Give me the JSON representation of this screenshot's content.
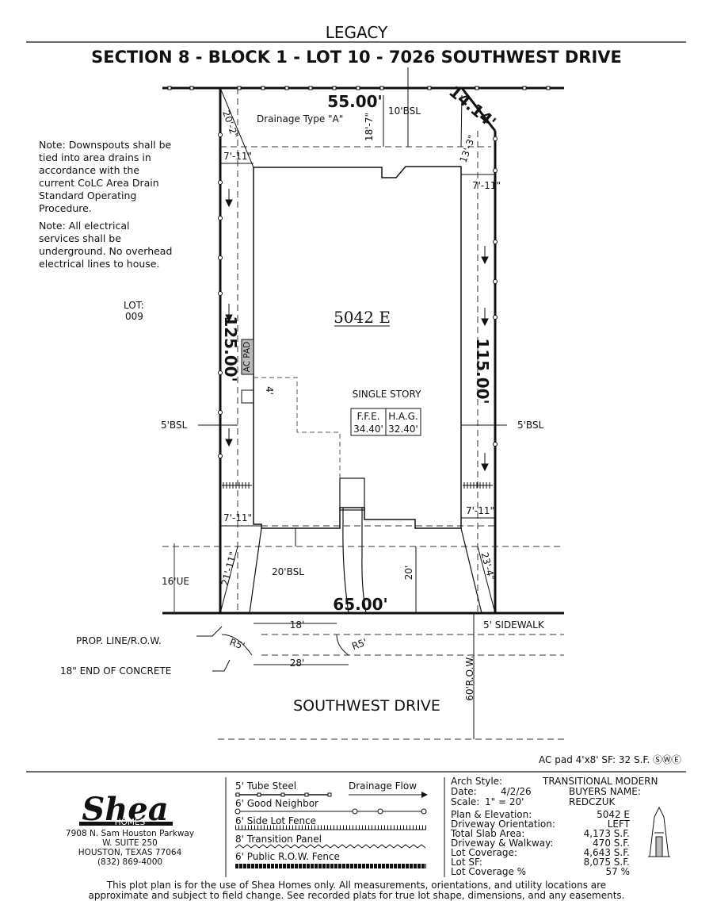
{
  "header": {
    "community": "LEGACY",
    "title": "SECTION 8 - BLOCK 1 - LOT 10 - 7026 SOUTHWEST DRIVE"
  },
  "dimensions": {
    "rear_width": "55.00'",
    "corner_clip": "14.14'",
    "left_depth": "125.00'",
    "right_depth": "115.00'",
    "front_width": "65.00'",
    "rear_bsl": "10'BSL",
    "left_bsl": "5'BSL",
    "right_bsl": "5'BSL",
    "front_bsl": "20'BSL",
    "utility_easement": "16'UE",
    "dim_20_2": "20'-2\"",
    "dim_18_7": "18'-7\"",
    "dim_13_3": "13'-3\"",
    "dim_7_11_a": "7'-11\"",
    "dim_7_11_b": "7'-11\"",
    "dim_7_11_c": "7'-11\"",
    "dim_7_11_d": "7'-11\"",
    "dim_21_11": "21'-11\"",
    "dim_23_4": "23'-4\"",
    "dim_20": "20'",
    "dim_4": "4'",
    "dim_18": "18'",
    "dim_28": "28'",
    "radius_1": "R5'",
    "radius_2": "R5'",
    "row": "60'R.O.W."
  },
  "labels": {
    "drainage_type": "Drainage Type \"A\"",
    "lot_label": "LOT:",
    "lot_number": "009",
    "plan_name": "5042 E",
    "story": "SINGLE STORY",
    "ffe_label": "F.F.E.",
    "ffe_value": "34.40'",
    "hag_label": "H.A.G.",
    "hag_value": "32.40'",
    "ac_pad": "AC PAD",
    "sidewalk": "5' SIDEWALK",
    "prop_line": "PROP. LINE/R.O.W.",
    "end_concrete": "18\" END OF CONCRETE",
    "street": "SOUTHWEST DRIVE",
    "ac_note": "AC pad 4'x8' SF: 32 S.F. ⓈⓌⒺ"
  },
  "notes": {
    "downspouts": [
      "Note: Downspouts shall be",
      "tied into area drains in",
      "accordance with the",
      "current CoLC Area Drain",
      "Standard Operating",
      "Procedure."
    ],
    "electrical": [
      "Note: All electrical",
      "services shall be",
      "underground. No overhead",
      "electrical lines to house."
    ]
  },
  "legend": {
    "tube_steel": "5' Tube Steel",
    "drainage_flow": "Drainage Flow",
    "good_neighbor": "6' Good Neighbor",
    "side_lot_fence": "6' Side Lot Fence",
    "transition_panel": "8' Transition Panel",
    "public_row_fence": "6' Public R.O.W. Fence"
  },
  "company": {
    "logo_text": "Shea",
    "logo_sub": "HOMES",
    "address_1": "7908 N. Sam Houston Parkway",
    "address_2": "W. SUITE 250",
    "address_3": "HOUSTON, TEXAS 77064",
    "phone": "(832) 869-4000"
  },
  "info": {
    "arch_style_label": "Arch Style:",
    "arch_style": "TRANSITIONAL MODERN",
    "date_label": "Date:",
    "date": "4/2/26",
    "buyers_label": "BUYERS NAME:",
    "scale_label": "Scale:",
    "scale": "1\" = 20'",
    "buyer": "REDCZUK",
    "plan_label": "Plan & Elevation:",
    "plan": "5042 E",
    "driveway_label": "Driveway Orientation:",
    "driveway": "LEFT",
    "slab_label": "Total Slab Area:",
    "slab": "4,173 S.F.",
    "walkway_label": "Driveway & Walkway:",
    "walkway": "470 S.F.",
    "coverage_label": "Lot Coverage:",
    "coverage": "4,643 S.F.",
    "lot_sf_label": "Lot SF:",
    "lot_sf": "8,075 S.F.",
    "coverage_pct_label": "Lot Coverage %",
    "coverage_pct": "57 %"
  },
  "disclaimer": {
    "line1": "This plot plan is for the use of Shea Homes only. All measurements, orientations, and utility locations are",
    "line2": "approximate and subject to field change. See recorded plats for true lot shape, dimensions, and any easements."
  }
}
